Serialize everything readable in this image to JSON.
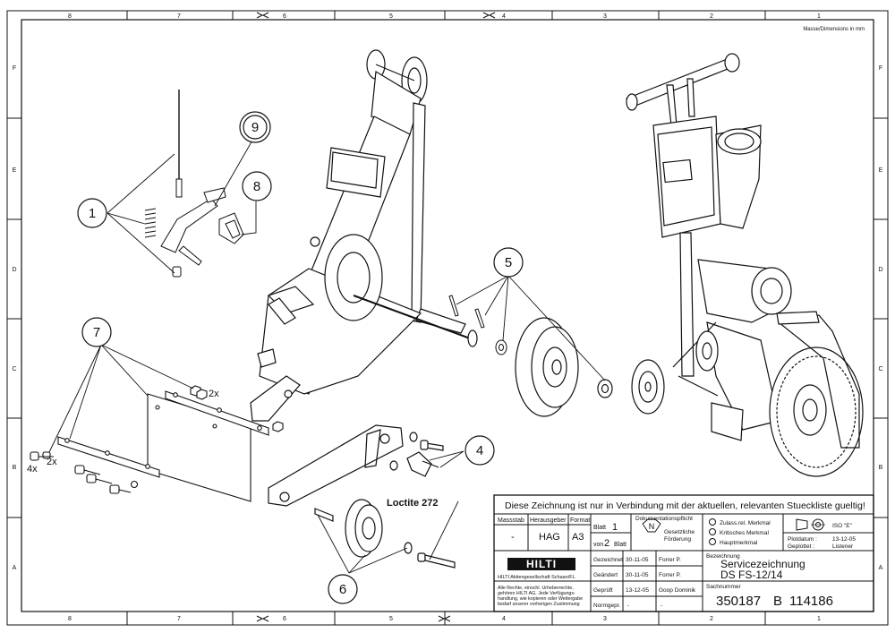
{
  "frame": {
    "top_columns": [
      "8",
      "7",
      "6",
      "5",
      "4",
      "3",
      "2",
      "1"
    ],
    "bottom_columns": [
      "8",
      "7",
      "6",
      "5",
      "4",
      "3",
      "2",
      "1"
    ],
    "left_rows": [
      "F",
      "E",
      "D",
      "C",
      "B",
      "A"
    ],
    "right_rows": [
      "F",
      "E",
      "D",
      "C",
      "B",
      "A"
    ],
    "units_note": "Masse/Dimensions in mm"
  },
  "callouts": [
    {
      "label": "1"
    },
    {
      "label": "9"
    },
    {
      "label": "8"
    },
    {
      "label": "5"
    },
    {
      "label": "7"
    },
    {
      "label": "4"
    },
    {
      "label": "6"
    }
  ],
  "annotations": {
    "qty_2x_top": "2x",
    "qty_4x": "4x",
    "qty_2x_left": "2x",
    "loctite": "Loctite 272"
  },
  "title_block": {
    "notice": "Diese Zeichnung ist nur in Verbindung mit der aktuellen, relevanten Stueckliste gueltig!",
    "massstab_label": "Massstab",
    "massstab_value": "-",
    "herausgeber_label": "Herausgeber",
    "herausgeber_value": "HAG",
    "format_label": "Format",
    "format_value": "A3",
    "blatt_label": "Blatt",
    "blatt_value": "1",
    "von_label": "von",
    "von_value": "2",
    "blatt_suffix": "Blatt",
    "dok_label": "Dokumentationspflicht",
    "dok_symbol": "N",
    "dok_text_1": "Gesetzliche",
    "dok_text_2": "Förderung",
    "zulass": "Zulass.rel. Merkmal",
    "kritisch": "Kritisches Merkmal",
    "haupt": "Hauptmerkmal",
    "iso": "ISO \"E\"",
    "plotdatum_label": "Plotdatum :",
    "plotdatum_value": "13-12-05",
    "geplottet_label": "Geplottet :",
    "geplottet_value": "Listener",
    "logo": "HILTI",
    "company": "HILTI Aktiengesellschaft Schaan/FL",
    "rights_1": "Alle Rechte, einschl. Urheberrechte,",
    "rights_2": "gehören HILTI AG. Jede Verfügungs-",
    "rights_3": "handlung, wie kopieren oder Weitergabe",
    "rights_4": "bedarf unserer vorherigen Zustimmung",
    "rows": [
      {
        "label": "Gezeichnet",
        "date": "30-11-05",
        "name": "Forrer P."
      },
      {
        "label": "Geändert",
        "date": "30-11-05",
        "name": "Forrer P."
      },
      {
        "label": "Geprüft",
        "date": "13-12-05",
        "name": "Goop Dominik"
      },
      {
        "label": "Normgepr.",
        "date": "-",
        "name": "-"
      }
    ],
    "bezeichnung_label": "Bezeichnung",
    "bezeichnung_1": "Servicezeichnung",
    "bezeichnung_2": "DS FS-12/14",
    "sachnummer_label": "Sachnummer",
    "sachnummer_value": "350187",
    "sach_b": "B",
    "sach_2": "114186"
  }
}
